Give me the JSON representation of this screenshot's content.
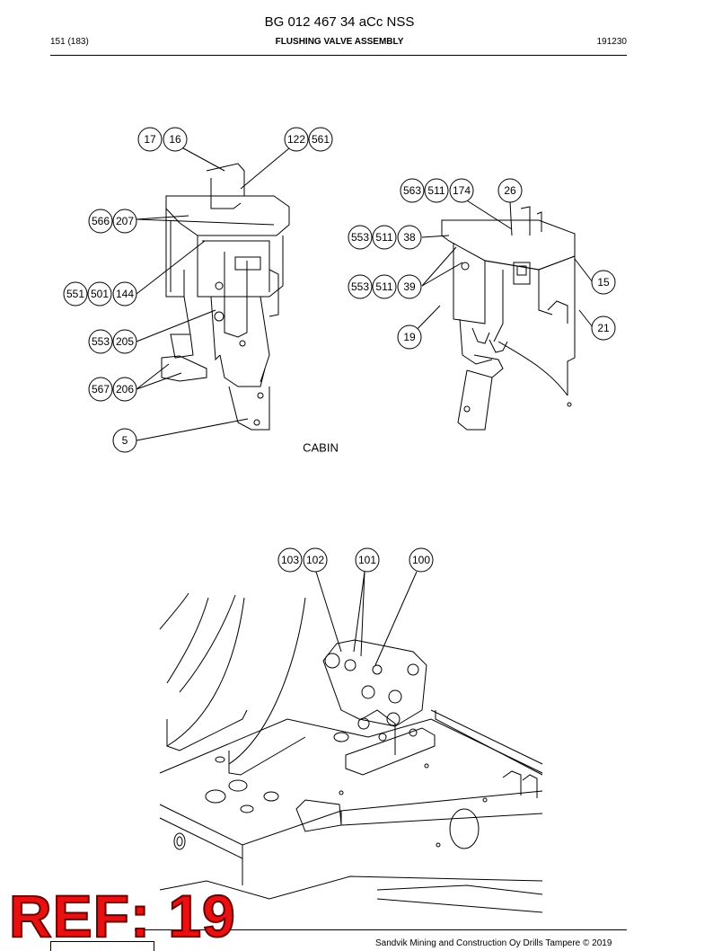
{
  "header": {
    "doc_title": "BG 012 467 34 aCc NSS",
    "page": "151 (183)",
    "section": "FLUSHING VALVE ASSEMBLY",
    "code": "191230"
  },
  "figure_top": {
    "caption": "CABIN",
    "left_callouts": {
      "c17": "17",
      "c16": "16",
      "c122": "122",
      "c561": "561",
      "c566": "566",
      "c207": "207",
      "c551": "551",
      "c501": "501",
      "c144": "144",
      "c553": "553",
      "c205": "205",
      "c567": "567",
      "c206": "206",
      "c5": "5"
    },
    "right_callouts": {
      "c563": "563",
      "c511a": "511",
      "c174": "174",
      "c26": "26",
      "c553a": "553",
      "c511b": "511",
      "c38": "38",
      "c553b": "553",
      "c511c": "511",
      "c39": "39",
      "c15": "15",
      "c21": "21",
      "c19": "19"
    }
  },
  "figure_bottom": {
    "callouts": {
      "c103": "103",
      "c102": "102",
      "c101": "101",
      "c100": "100"
    }
  },
  "footer": {
    "copyright": "Sandvik Mining and Construction Oy Drills Tampere © 2019"
  },
  "stamp": {
    "text": "REF: 19",
    "color": "#e81010"
  }
}
